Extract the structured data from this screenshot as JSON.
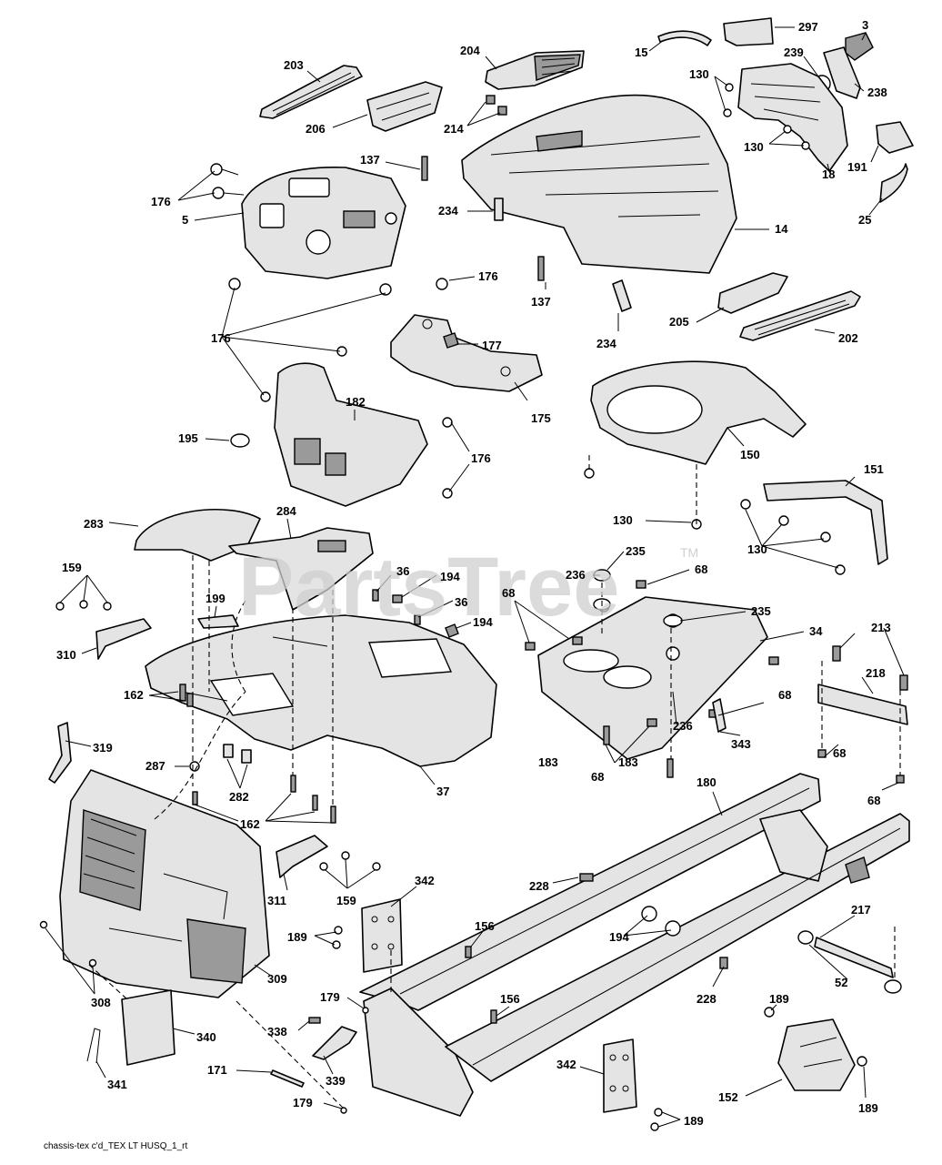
{
  "watermark": {
    "text": "PartsTree",
    "mark": "TM"
  },
  "footer": "chassis-tex c'd_TEX LT HUSQ_1_rt",
  "callouts": {
    "c203": "203",
    "c204": "204",
    "c206": "206",
    "c214": "214",
    "c15": "15",
    "c297": "297",
    "c3": "3",
    "c239": "239",
    "c238": "238",
    "c130a": "130",
    "c130b": "130",
    "c191": "191",
    "c18": "18",
    "c25": "25",
    "c137a": "137",
    "c176a": "176",
    "c5": "5",
    "c176b": "176",
    "c234a": "234",
    "c14": "14",
    "c137b": "137",
    "c176c": "176",
    "c234b": "234",
    "c205": "205",
    "c202": "202",
    "c177": "177",
    "c182": "182",
    "c175": "175",
    "c195": "195",
    "c176d": "176",
    "c150": "150",
    "c130c": "130",
    "c151": "151",
    "c130d": "130",
    "c283": "283",
    "c284": "284",
    "c36a": "36",
    "c194a": "194",
    "c36b": "36",
    "c235a": "235",
    "c68a": "68",
    "c236a": "236",
    "c68b": "68",
    "c235b": "235",
    "c159a": "159",
    "c199": "199",
    "c194b": "194",
    "c34": "34",
    "c213": "213",
    "c310": "310",
    "c218": "218",
    "c162a": "162",
    "c319": "319",
    "c287": "287",
    "c282": "282",
    "c37": "37",
    "c183a": "183",
    "c68c": "68",
    "c183b": "183",
    "c236b": "236",
    "c343": "343",
    "c68d": "68",
    "c68e": "68",
    "c68f": "68",
    "c180": "180",
    "c162b": "162",
    "c311": "311",
    "c159b": "159",
    "c342a": "342",
    "c228a": "228",
    "c217": "217",
    "c189a": "189",
    "c156a": "156",
    "c194c": "194",
    "c309": "309",
    "c52": "52",
    "c228b": "228",
    "c308": "308",
    "c179a": "179",
    "c156b": "156",
    "c189b": "189",
    "c338": "338",
    "c340": "340",
    "c341": "341",
    "c171": "171",
    "c339": "339",
    "c342b": "342",
    "c152": "152",
    "c179b": "179",
    "c189c": "189",
    "c189d": "189"
  }
}
